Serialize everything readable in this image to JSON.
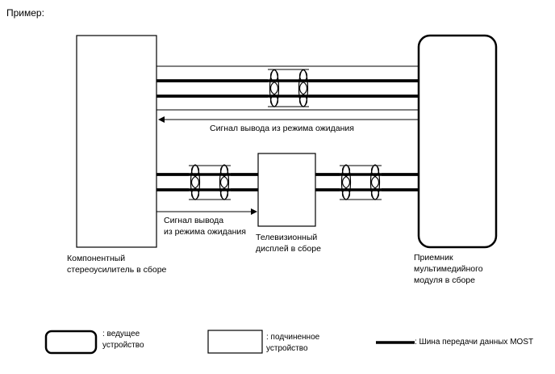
{
  "title": "Пример:",
  "components": {
    "stereo_amp": [
      "Компонентный",
      "стереоусилитель в сборе"
    ],
    "tv_display": [
      "Телевизионный",
      "дисплей в сборе"
    ],
    "multimedia_receiver": [
      "Приемник",
      "мультимедийного",
      "модуля в сборе"
    ]
  },
  "signals": {
    "standby_top": "Сигнал вывода из режима ожидания",
    "standby_bottom": [
      "Сигнал вывода",
      "из режима ожидания"
    ]
  },
  "legend": {
    "master": [
      ": ведущее",
      "устройство"
    ],
    "slave": [
      ": подчиненное",
      "устройство"
    ],
    "most_bus": ": Шина передачи данных MOST"
  },
  "colors": {
    "line": "#000000",
    "background": "#ffffff"
  }
}
